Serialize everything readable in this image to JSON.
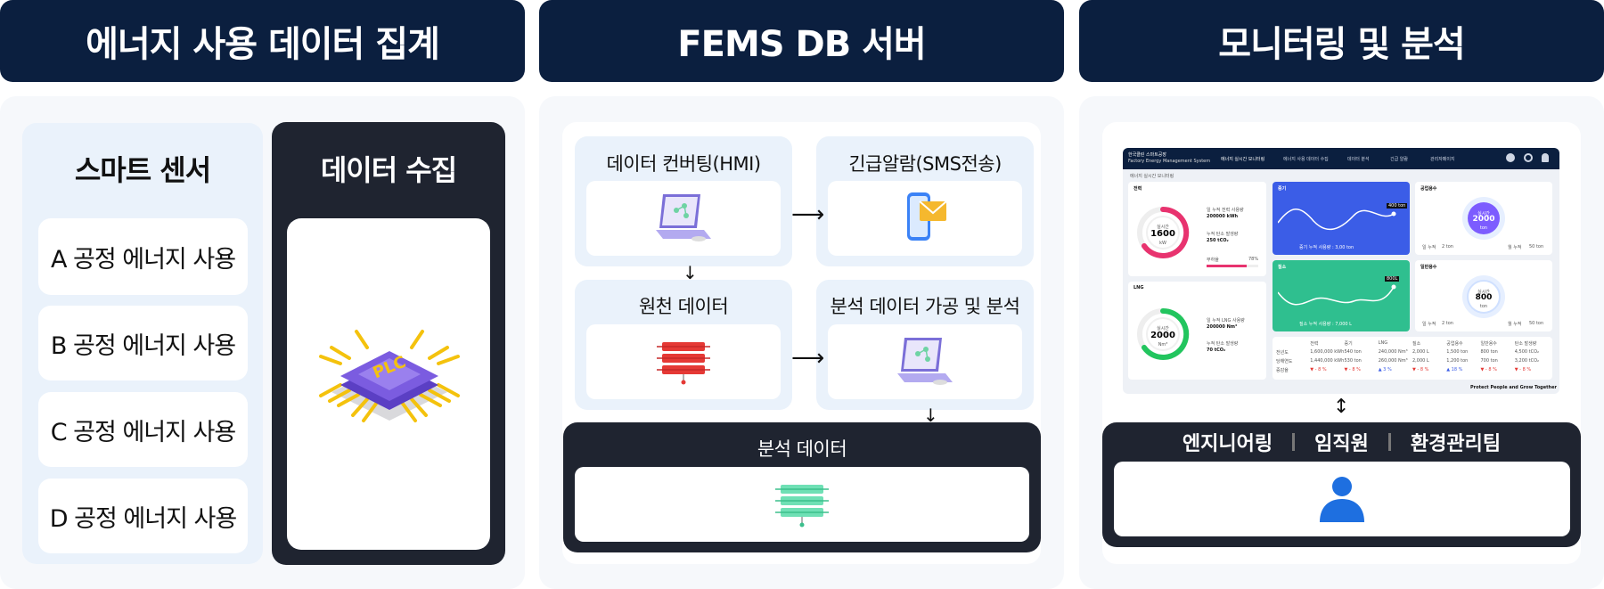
{
  "headers": [
    "에너지 사용 데이터 집계",
    "FEMS DB 서버",
    "모니터링 및 분석"
  ],
  "sensors": {
    "title": "스마트 센서",
    "items": [
      "A 공정 에너지 사용",
      "B 공정 에너지 사용",
      "C 공정 에너지 사용",
      "D 공정 에너지 사용"
    ]
  },
  "collection": {
    "title": "데이터 수집",
    "chip_label": "PLC"
  },
  "server": {
    "converting": "데이터 컨버팅(HMI)",
    "alarm": "긴급알람(SMS전송)",
    "raw": "원천 데이터",
    "process": "분석 데이터 가공 및 분석",
    "analysis": "분석 데이터"
  },
  "dashboard": {
    "brand_line1": "한국클린 스마트공장",
    "brand_line2": "Factory Energy Management System",
    "nav": [
      "에너지 실시간 모니터링",
      "에너지 사용 데이터 수집",
      "데이터 분석",
      "긴급 알람",
      "관리자페이지"
    ],
    "breadcrumb": "에너지 실시간 모니터링",
    "cards": {
      "power": {
        "label": "전력",
        "gauge_title": "실시간",
        "gauge_value": "1600",
        "gauge_unit": "kW",
        "stat1_label": "일 누적 전력 사용량",
        "stat1_value": "200000 kWh",
        "stat2_label": "누적 탄소 발생량",
        "stat2_value": "250 tCO₂",
        "bar_label": "부하율",
        "bar_value": "78%"
      },
      "lng": {
        "label": "LNG",
        "gauge_title": "실시간",
        "gauge_value": "2000",
        "gauge_unit": "Nm³",
        "stat1_label": "일 누적 LNG 사용량",
        "stat1_value": "200000 Nm³",
        "stat2_label": "누적 탄소 발생량",
        "stat2_value": "70 tCO₂"
      },
      "steam": {
        "label": "증기",
        "tooltip": "400 ton",
        "footer": "증기 누적 사용량 : 3,00 ton"
      },
      "nitrogen": {
        "label": "질소",
        "tooltip": "800L",
        "footer": "질소 누적 사용량 : 7,000 L"
      },
      "industrial_water": {
        "label": "공업용수",
        "gauge_title": "실시간",
        "gauge_value": "2000",
        "gauge_unit": "ton",
        "left": "일 누적",
        "left_value": "2 ton",
        "right": "월 누적",
        "right_value": "50 ton"
      },
      "general_water": {
        "label": "일반용수",
        "gauge_title": "실시간",
        "gauge_value": "800",
        "gauge_unit": "ton",
        "left": "일 누적",
        "left_value": "2 ton",
        "right": "월 누적",
        "right_value": "50 ton"
      }
    },
    "table": {
      "headers": [
        "",
        "전력",
        "증기",
        "LNG",
        "질소",
        "공업용수",
        "일반용수",
        "탄소 발생량"
      ],
      "rows": [
        [
          "전년도",
          "1,600,000 kWh",
          "540 ton",
          "240,000 Nm³",
          "2,000 L",
          "1,500 ton",
          "800 ton",
          "4,500 tCO₂"
        ],
        [
          "당해연도",
          "1,440,000 kWh",
          "530 ton",
          "260,000 Nm³",
          "2,000 L",
          "1,200 ton",
          "700 ton",
          "3,200 tCO₂"
        ],
        [
          "증감율",
          "▼ - 8 %",
          "▼ - 8 %",
          "▲ 3 %",
          "▼ - 8 %",
          "▲ 18 %",
          "▼ - 8 %",
          "▼ - 8 %"
        ]
      ]
    },
    "footer": "Protect People and Grow Together"
  },
  "roles": [
    "엔지니어링",
    "임직원",
    "환경관리팀"
  ],
  "colors": {
    "header": "#0b1f3f",
    "dark": "#1f2430",
    "accent_blue": "#3b5de7",
    "accent_green": "#2fbf8f",
    "chip_purple": "#7b5ce0"
  }
}
